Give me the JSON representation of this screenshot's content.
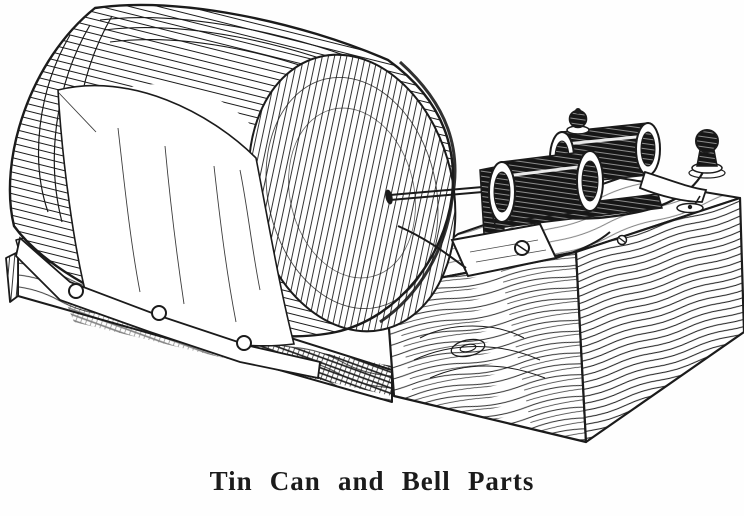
{
  "figure": {
    "caption": "Tin Can and Bell Parts",
    "style": "vintage-engraving",
    "parts": [
      "tin-can",
      "can-face",
      "paper-label",
      "mounting-strap",
      "rivets",
      "base-plank",
      "wood-block",
      "electromagnet-coil-front",
      "electromagnet-coil-rear",
      "coil-yoke",
      "armature-rod",
      "contact-plate",
      "contact-screw",
      "spring-wire",
      "binding-post-small",
      "binding-post-large",
      "support-bracket"
    ]
  },
  "colors": {
    "ink": "#1b1b1b",
    "paper": "#ffffff"
  }
}
